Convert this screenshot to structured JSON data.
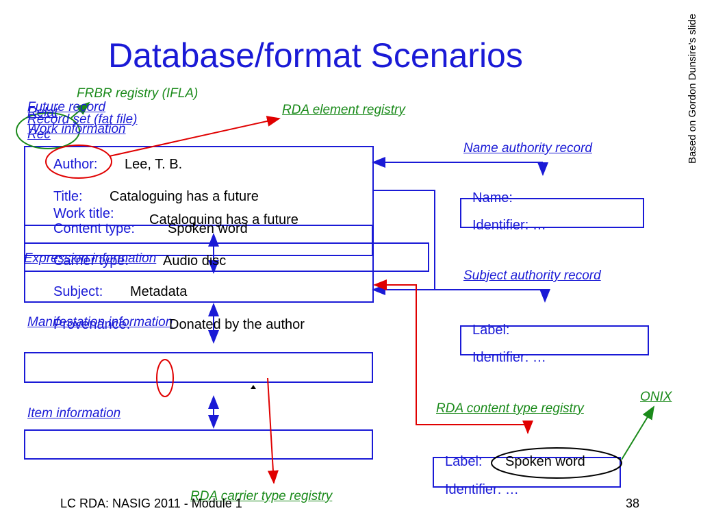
{
  "slide": {
    "title": "Database/format Scenarios",
    "side_note": "Based on Gordon Dunsire’s slide",
    "footer": "LC RDA: NASIG 2011 - Module 1",
    "page_number": "38"
  },
  "labels": {
    "frbr_registry": "FRBR registry (IFLA)",
    "rda_element_registry": "RDA element registry",
    "future_record": "Future record",
    "relationship_record": "Relationship record",
    "record_set": "Record set (fat file)",
    "work_information": "Work information",
    "name_authority_record": "Name authority record",
    "subject_authority_record": "Subject authority record",
    "expression_information": "Expression information",
    "manifestation_information": "Manifestation information",
    "item_information": "Item information",
    "rda_content_type_registry": "RDA content type registry",
    "rda_carrier_type_registry": "RDA carrier type registry",
    "onix": "ONIX",
    "overlap_fragments": [
      "Future",
      "Relat",
      "Rec",
      "Work"
    ]
  },
  "record": {
    "author_label": "Author:",
    "author_value": "Lee, T. B.",
    "title_label": "Title:",
    "title_value": "Cataloguing has a future",
    "work_title_label": "Work title:",
    "work_title_value": "Cataloguing has a future",
    "content_type_label": "Content type:",
    "content_type_value": "Spoken word",
    "carrier_type_label": "Carrier type:",
    "carrier_type_value": "Audio disc",
    "subject_label": "Subject:",
    "subject_value": "Metadata",
    "provenance_label": "Provenance:",
    "provenance_value": "Donated by the author"
  },
  "name_authority": {
    "name_label": "Name:",
    "identifier_label": "Identifier: …"
  },
  "subject_authority": {
    "label_label": "Label:",
    "identifier_label": "Identifier: …"
  },
  "content_type_entry": {
    "label_label": "Label:",
    "label_value": "Spoken word",
    "identifier_label": "Identifier: …"
  },
  "colors": {
    "blue": "#1a1ad6",
    "green": "#1a8a1a",
    "red": "#e00000"
  }
}
